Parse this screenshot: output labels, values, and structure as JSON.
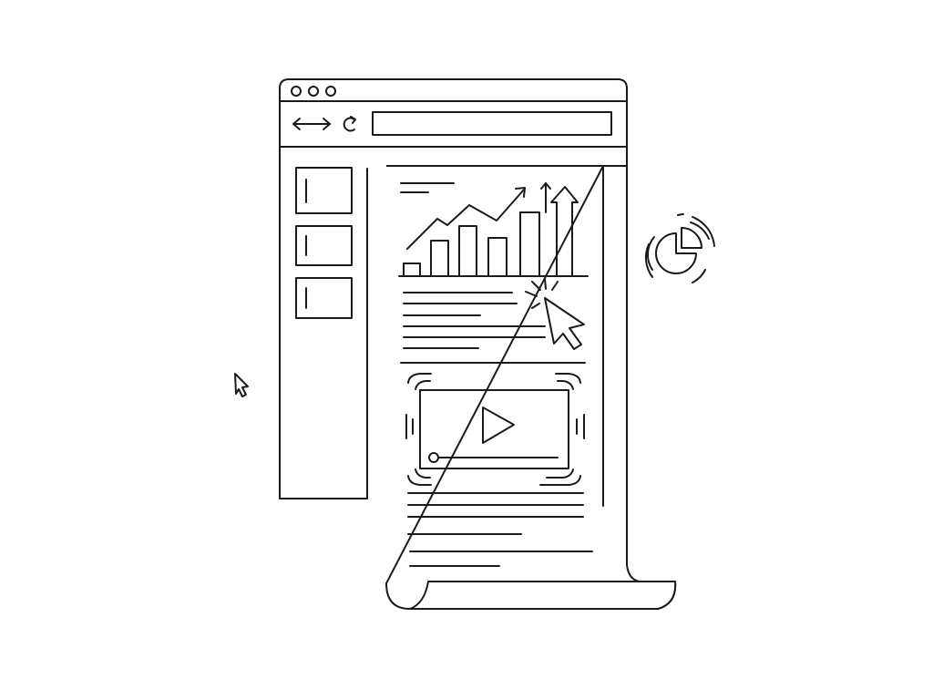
{
  "browser": {
    "window_controls": [
      "close",
      "minimize",
      "maximize"
    ],
    "nav_icons": [
      "back-forward-arrows-icon",
      "reload-icon"
    ],
    "address_bar": {
      "value": ""
    },
    "sidebar_thumbnails": 3
  },
  "document": {
    "chart": {
      "type": "bar",
      "trend": "upward",
      "values": [
        1,
        2.7,
        3.6,
        2.8,
        4.6
      ]
    },
    "cursor_icon": "click-cursor-icon",
    "video": {
      "icon": "play-icon",
      "progress": 0
    }
  },
  "decorations": [
    "pie-chart-icon",
    "cursor-icon"
  ],
  "colors": {
    "line": "#1a1a1a",
    "background": "#ffffff"
  }
}
